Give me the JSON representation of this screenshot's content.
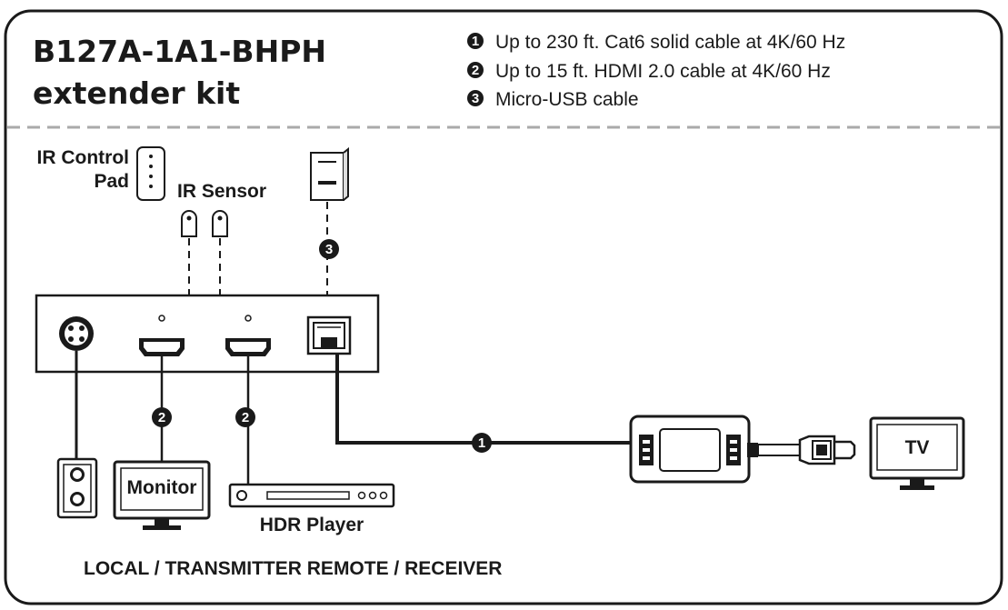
{
  "title": {
    "line1": "B127A-1A1-BHPH",
    "line2": "extender kit"
  },
  "legend": [
    {
      "marker": "1",
      "text": "Up to 230 ft. Cat6 solid cable at 4K/60 Hz"
    },
    {
      "marker": "2",
      "text": "Up to 15 ft. HDMI 2.0 cable at 4K/60 Hz"
    },
    {
      "marker": "3",
      "text": "Micro-USB cable"
    }
  ],
  "labels": {
    "ir_control_line1": "IR Control",
    "ir_control_line2": "Pad",
    "ir_sensor": "IR Sensor",
    "monitor": "Monitor",
    "hdr_player": "HDR Player",
    "tv": "TV",
    "footer": "LOCAL / TRANSMITTER REMOTE / RECEIVER"
  },
  "cable_markers": {
    "cat6": "1",
    "hdmi_monitor": "2",
    "hdmi_player": "2",
    "usb": "3"
  },
  "colors": {
    "ink": "#1a1a1a",
    "dash": "#aaaaaa",
    "device_fill": "#ffffff"
  }
}
